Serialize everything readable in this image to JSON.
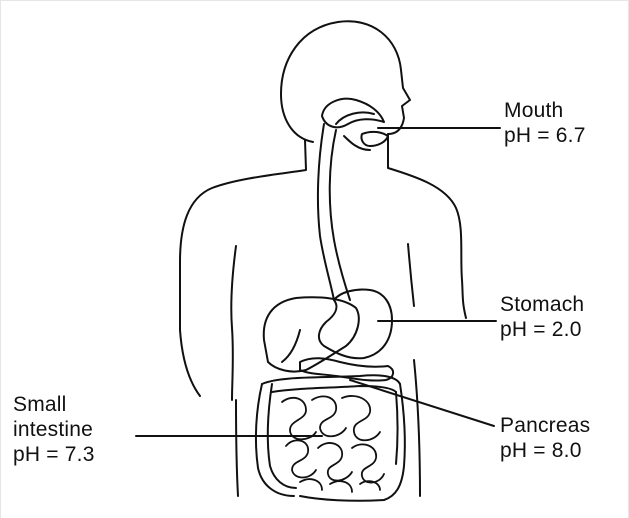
{
  "labels": {
    "mouth": {
      "name": "Mouth",
      "ph": "pH = 6.7"
    },
    "stomach": {
      "name": "Stomach",
      "ph": "pH = 2.0"
    },
    "pancreas": {
      "name": "Pancreas",
      "ph": "pH = 8.0"
    },
    "small_intestine": {
      "name_line1": "Small",
      "name_line2": "intestine",
      "ph": "pH = 7.3"
    }
  },
  "colors": {
    "ink": "#111111",
    "background": "#ffffff"
  }
}
